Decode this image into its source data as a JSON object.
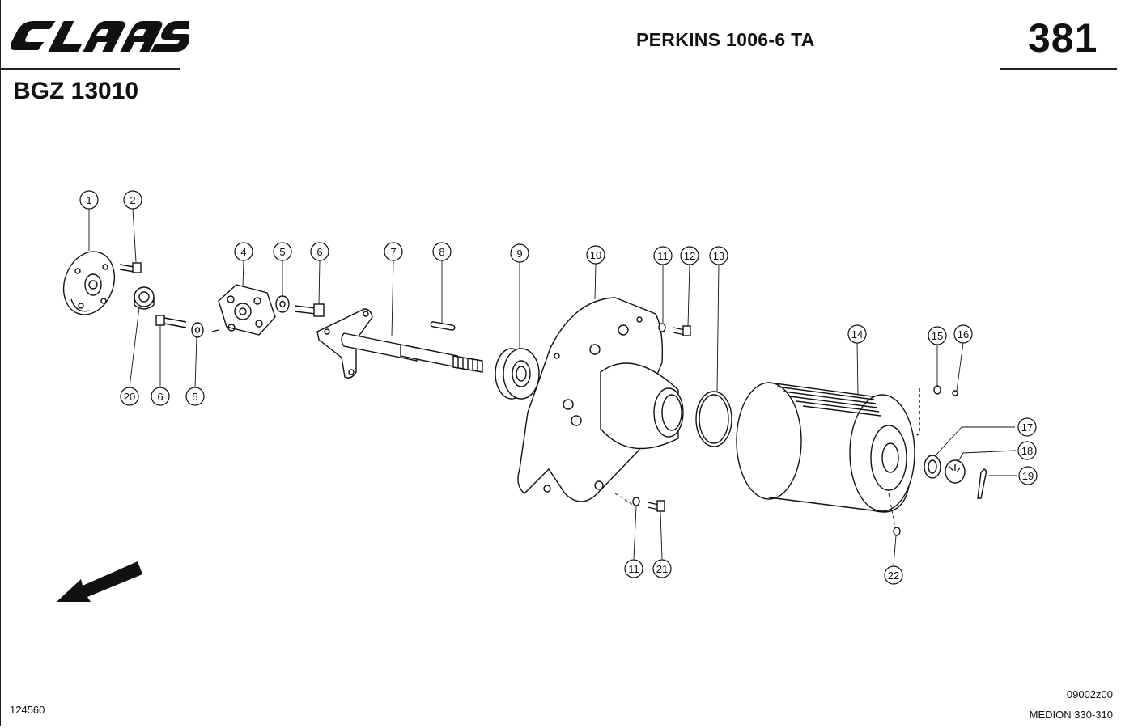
{
  "header": {
    "brand": "CLAAS",
    "engine_title": "PERKINS 1006-6 TA",
    "page_number": "381",
    "group_code": "BGZ 13010"
  },
  "footer": {
    "drawing_number": "124560",
    "drawing_ref": "09002z00",
    "model": "MEDION 330-310"
  },
  "callouts": [
    "1",
    "2",
    "4",
    "5",
    "6",
    "7",
    "8",
    "9",
    "10",
    "11",
    "12",
    "13",
    "14",
    "15",
    "16",
    "20",
    "6",
    "5",
    "17",
    "18",
    "19",
    "11",
    "21",
    "22"
  ],
  "icons": {
    "direction_arrow": "arrow-down-left-icon"
  }
}
